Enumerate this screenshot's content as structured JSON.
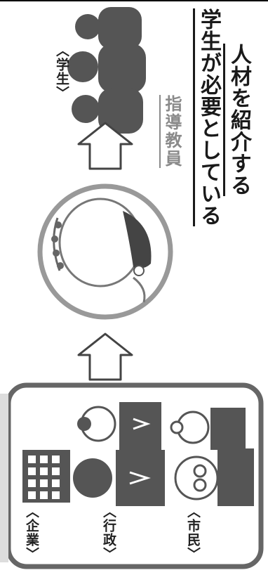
{
  "labels": {
    "students": "〈学生〉",
    "companies": "〈企業〉",
    "government": "〈行政〉",
    "citizens": "〈市民〉"
  },
  "text": {
    "supervisor": "指導教員",
    "headline_line1": "学生が必要としている",
    "headline_line2": "人材を紹介する"
  },
  "colors": {
    "icon_gray": "#555555",
    "light_gray": "#999999",
    "headline": "#1a1a1a"
  }
}
